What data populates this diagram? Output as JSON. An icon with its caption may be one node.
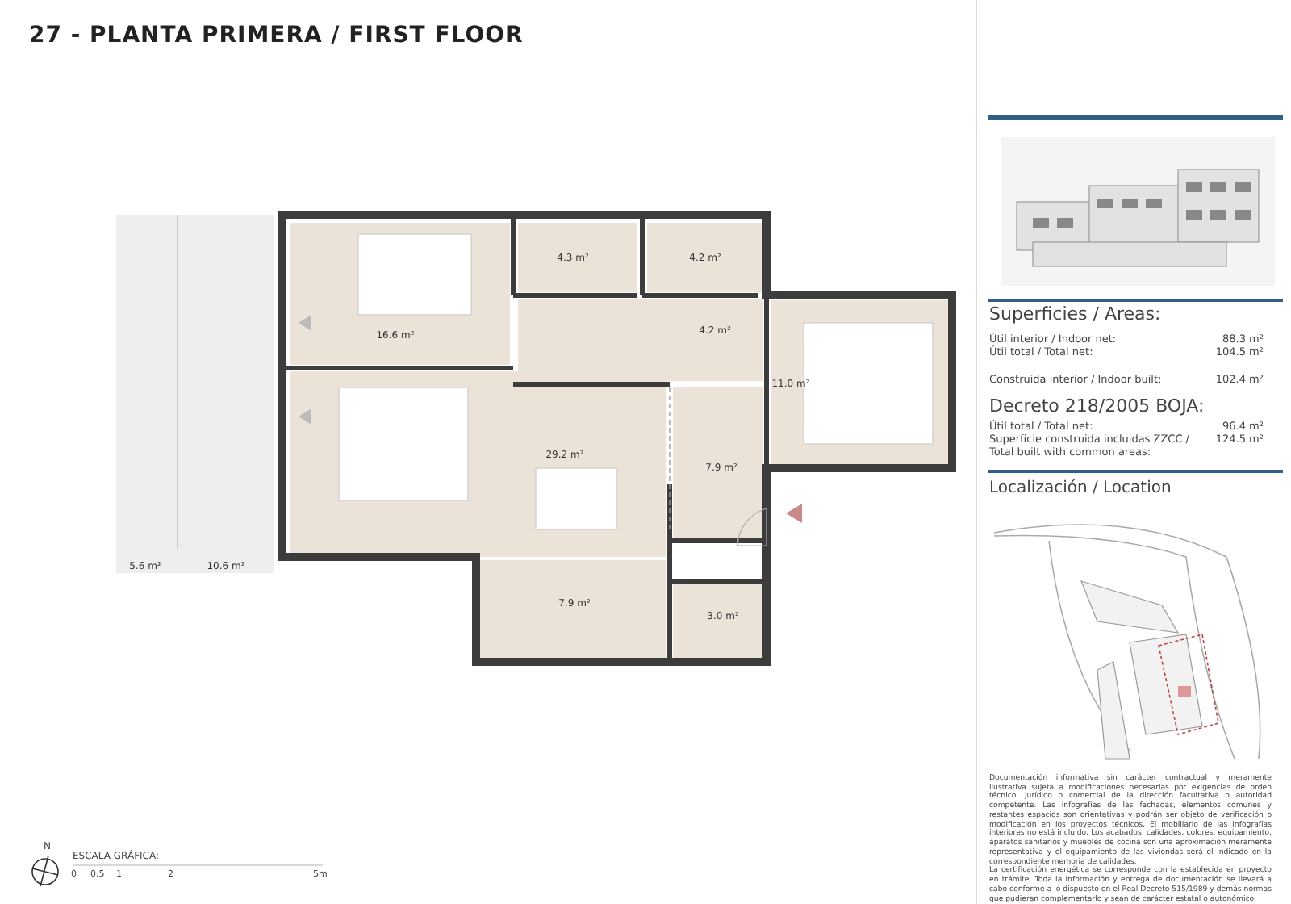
{
  "diagram": {
    "title": "27 - PLANTA PRIMERA / FIRST FLOOR",
    "nodes": [
      {
        "text": [
          "16.6 m²"
        ]
      },
      {
        "text": [
          "4.3 m²"
        ]
      },
      {
        "text": [
          "4.2 m²"
        ]
      },
      {
        "text": [
          "4.2 m²"
        ]
      },
      {
        "text": [
          "11.0 m²"
        ]
      },
      {
        "text": [
          "29.2 m²"
        ]
      },
      {
        "text": [
          "7.9 m²"
        ]
      },
      {
        "text": [
          "7.9 m²"
        ]
      },
      {
        "text": [
          "3.0 m²"
        ]
      },
      {
        "text": [
          "5.6 m²"
        ]
      },
      {
        "text": [
          "10.6 m²"
        ]
      },
      {
        "text": [],
        "shape": "picture"
      }
    ],
    "labels": [
      "Superficies / Areas:",
      "Útil interior / Indoor net:",
      "88.3 m²",
      "Útil total / Total net:",
      "104.5 m²",
      "Construida interior / Indoor built:",
      "102.4 m²",
      "Decreto 218/2005 BOJA:",
      "Útil total / Total net:",
      "96.4 m²",
      "Superficie construida incluidas ZZCC / Total built with common areas:",
      "124.5 m²",
      "Localización / Location",
      "Documentación informativa sin carácter contractual y meramente ilustrativa sujeta a modificaciones necesarias por exigencias de orden técnico, jurídico o comercial de la dirección facultativa o autoridad competente. Las infografías de las fachadas, elementos comunes y restantes espacios son orientativas y podrán ser objeto de verificación o modificación en los proyectos técnicos. El mobiliario de las infografías interiores no está incluido. Los acabados, calidades, colores, equipamiento, aparatos sanitarios y muebles de cocina son una aproximación meramente representativa y el equipamiento de las viviendas será el indicado en la correspondiente memoria de calidades.",
      "La certificación energética se corresponde con la establecida en proyecto en trámite. Toda la información y entrega de documentación se llevará a cabo conforme a lo dispuesto en el Real Decreto 515/1989 y demás normas que pudieran complementarlo y sean de carácter estatal o autonómico.",
      "N",
      "ESCALA GRÁFICA:",
      "0",
      "0.5",
      "1",
      "2",
      "5m"
    ]
  }
}
